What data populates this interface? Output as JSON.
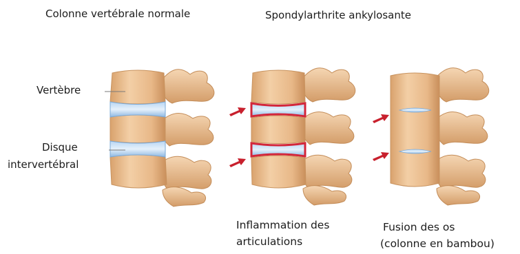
{
  "titles": {
    "normal": "Colonne vertébrale normale",
    "ankylosing": "Spondylarthrite ankylosante"
  },
  "labels": {
    "vertebra": "Vertèbre",
    "disc_line1": "Disque",
    "disc_line2": "intervertébral"
  },
  "captions": {
    "inflammation_line1": "Inflammation des",
    "inflammation_line2": "articulations",
    "fusion_line1": "Fusion des os",
    "fusion_line2": "(colonne en bambou)"
  },
  "colors": {
    "bone": "#e7b98b",
    "bone_dark": "#c8935f",
    "bone_light": "#f6d8b6",
    "disc": "#9cc3ea",
    "disc_light": "#d9ebfa",
    "inflammation": "#d3263a",
    "arrow": "#c8202d"
  }
}
